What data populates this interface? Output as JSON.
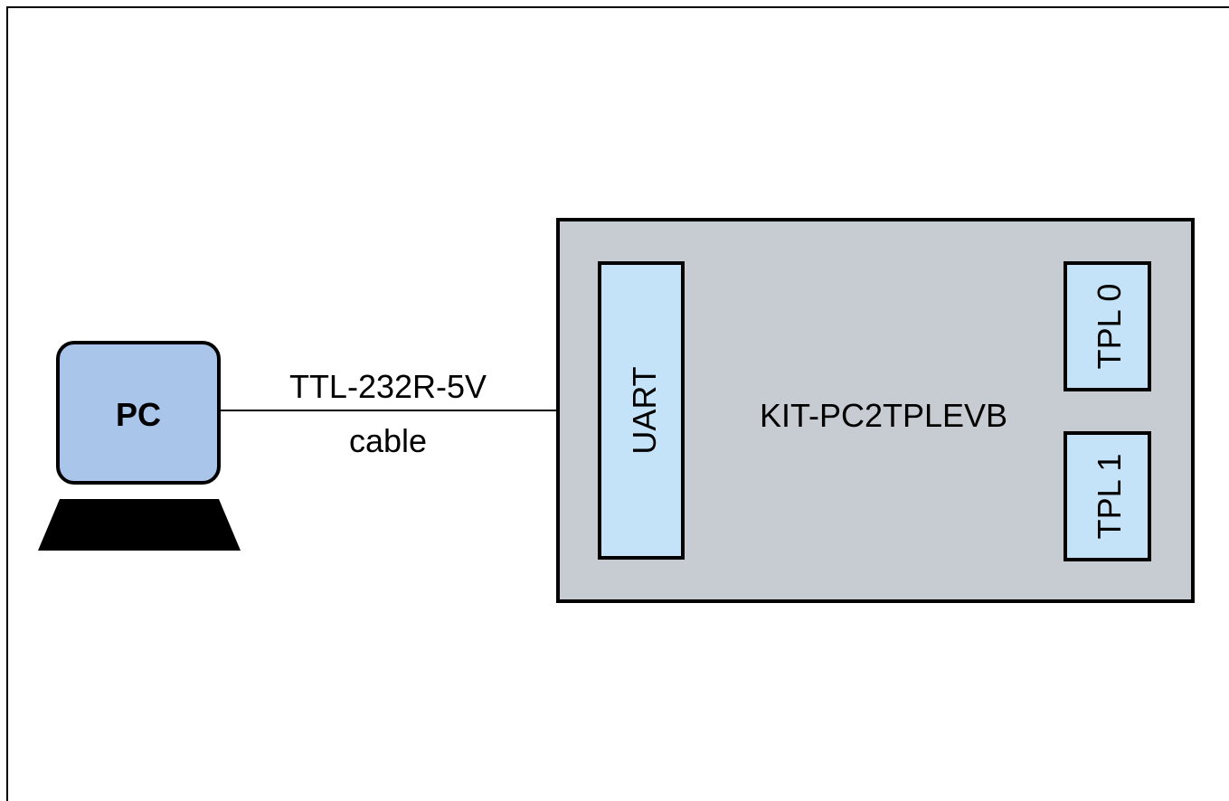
{
  "pc": {
    "label": "PC"
  },
  "cable": {
    "line1": "TTL-232R-5V",
    "line2": "cable"
  },
  "board": {
    "name": "KIT-PC2TPLEVB",
    "uart_label": "UART",
    "tpl0_label": "TPL 0",
    "tpl1_label": "TPL 1"
  },
  "colors": {
    "pc_fill": "#a9c5ea",
    "board_fill": "#c6ccd2",
    "port_fill": "#c5e3f8",
    "stroke": "#000000"
  }
}
